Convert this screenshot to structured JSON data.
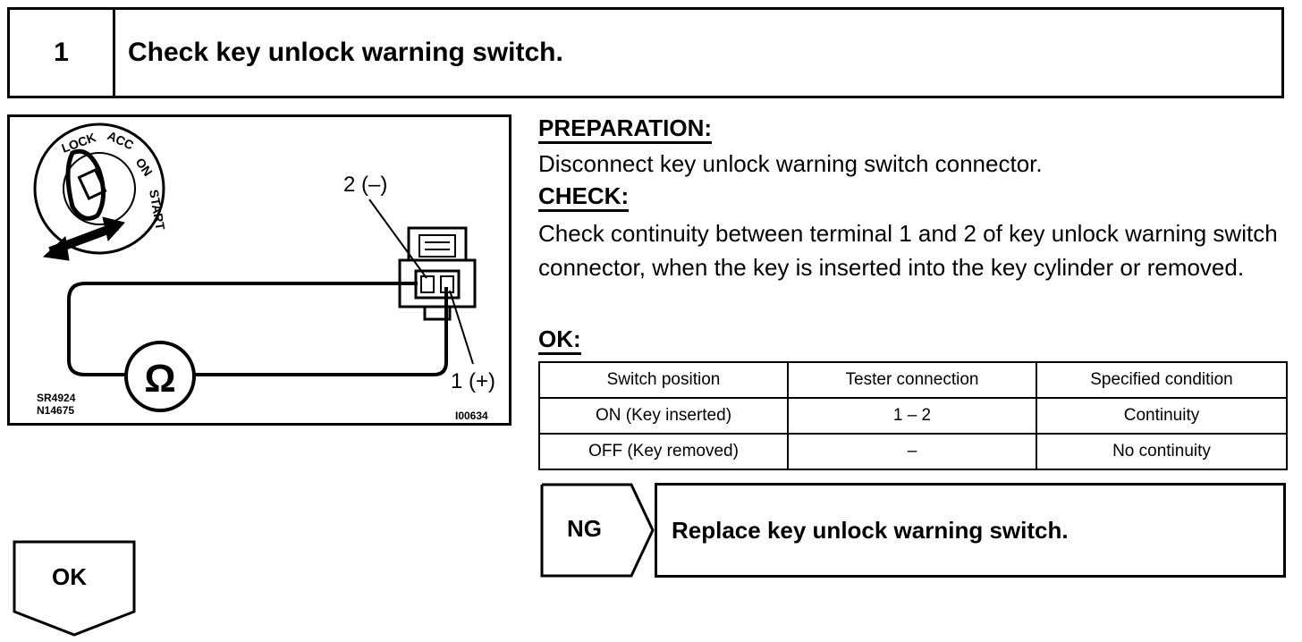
{
  "step": {
    "number": "1",
    "title": "Check key unlock warning switch."
  },
  "figure": {
    "terminal_2_label": "2 (–)",
    "terminal_1_label": "1 (+)",
    "meter_symbol": "Ω",
    "cylinder_marks": [
      "LOCK",
      "ACC",
      "ON",
      "START"
    ],
    "code_left_1": "SR4924",
    "code_left_2": "N14675",
    "code_right": "I00634"
  },
  "preparation": {
    "heading": "PREPARATION:",
    "text": "Disconnect key unlock warning switch connector."
  },
  "check": {
    "heading": "CHECK:",
    "text": "Check continuity between terminal 1 and 2 of key unlock warning switch connector, when the key is inserted into the key cylinder or removed."
  },
  "ok_section": {
    "heading": "OK:",
    "table": {
      "headers": [
        "Switch position",
        "Tester connection",
        "Specified condition"
      ],
      "rows": [
        [
          "ON (Key inserted)",
          "1 – 2",
          "Continuity"
        ],
        [
          "OFF (Key removed)",
          "–",
          "No continuity"
        ]
      ]
    }
  },
  "ng_result": {
    "label": "NG",
    "action": "Replace key unlock warning switch."
  },
  "ok_result": {
    "label": "OK"
  }
}
